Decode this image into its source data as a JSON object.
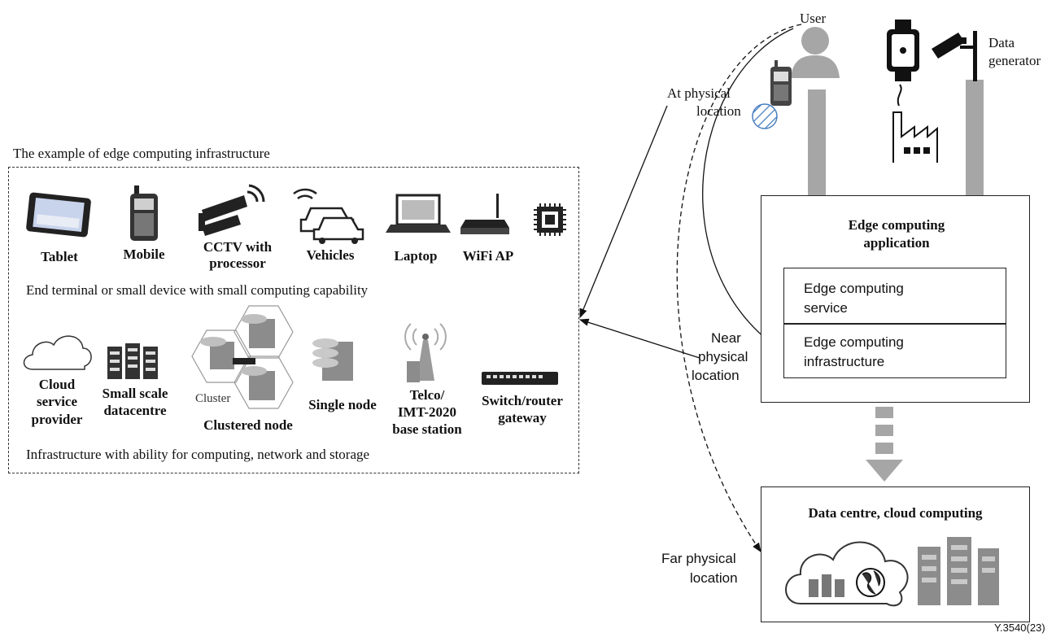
{
  "left_panel": {
    "title": "The example of edge computing infrastructure",
    "row1_caption": "End terminal or small device with small computing capability",
    "row2_caption": "Infrastructure with ability for computing, network and storage",
    "devices": {
      "tablet": "Tablet",
      "mobile": "Mobile",
      "cctv_line1": "CCTV with",
      "cctv_line2": "processor",
      "vehicles": "Vehicles",
      "laptop": "Laptop",
      "wifi": "WiFi AP"
    },
    "infra": {
      "cloud_line1": "Cloud",
      "cloud_line2": "service",
      "cloud_line3": "provider",
      "dc_line1": "Small scale",
      "dc_line2": "datacentre",
      "cluster_tag": "Cluster",
      "clustered": "Clustered node",
      "single": "Single node",
      "telco_line1": "Telco/",
      "telco_line2": "IMT-2020",
      "telco_line3": "base station",
      "switch_line1": "Switch/router",
      "switch_line2": "gateway"
    }
  },
  "right_panel": {
    "user": "User",
    "data_gen_line1": "Data",
    "data_gen_line2": "generator",
    "at_line1": "At physical",
    "at_line2": "location",
    "near_line1": "Near",
    "near_line2": "physical",
    "near_line3": "location",
    "far_line1": "Far physical",
    "far_line2": "location",
    "edge_app_line1": "Edge computing",
    "edge_app_line2": "application",
    "edge_service_line1": "Edge computing",
    "edge_service_line2": "service",
    "edge_infra_line1": "Edge computing",
    "edge_infra_line2": "infrastructure",
    "datacentre": "Data centre, cloud computing"
  },
  "figure_id": "Y.3540(23)",
  "colors": {
    "hatch_blue": "#4a7fc1",
    "arrow_gray": "#a6a6a6",
    "server_gray": "#8c8c8c"
  }
}
